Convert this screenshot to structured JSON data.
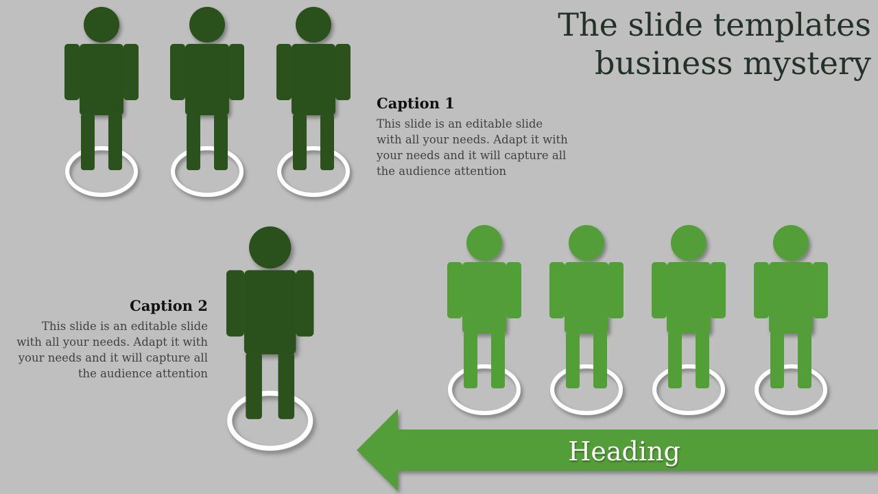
{
  "title": "The slide templates business mystery",
  "caption1": {
    "title": "Caption 1",
    "body": "This slide is an editable slide with all your needs. Adapt it with your needs and it will capture all the audience attention"
  },
  "caption2": {
    "title": "Caption 2",
    "body": "This slide is an editable slide with all your needs. Adapt it with your needs and it will capture all the audience attention"
  },
  "arrow": {
    "label": "Heading"
  },
  "colors": {
    "background": "#bfbfbf",
    "dark_green": "#2b511d",
    "light_green": "#529e37",
    "title_text": "#233228",
    "ring": "#ffffff"
  }
}
